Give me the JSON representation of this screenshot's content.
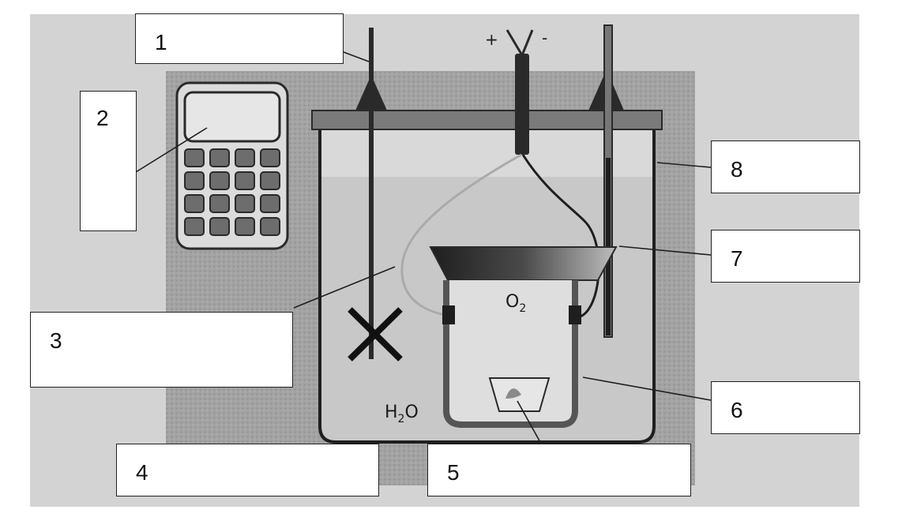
{
  "labels": {
    "l1": "1",
    "l2": "2",
    "l3": "3",
    "l4": "4",
    "l5": "5",
    "l6": "6",
    "l7": "7",
    "l8": "8"
  },
  "diagram": {
    "oxygen_main": "O",
    "oxygen_sub": "2",
    "water_h": "H",
    "water_sub": "2",
    "water_o": "O",
    "plus": "+",
    "minus": "-"
  },
  "colors": {
    "background_paper": "#cfcfcf",
    "texture_panel": "#9d9d9d",
    "lid": "#7a7a7a",
    "water": "#c4c4c4",
    "outline": "#2a2a2a"
  }
}
